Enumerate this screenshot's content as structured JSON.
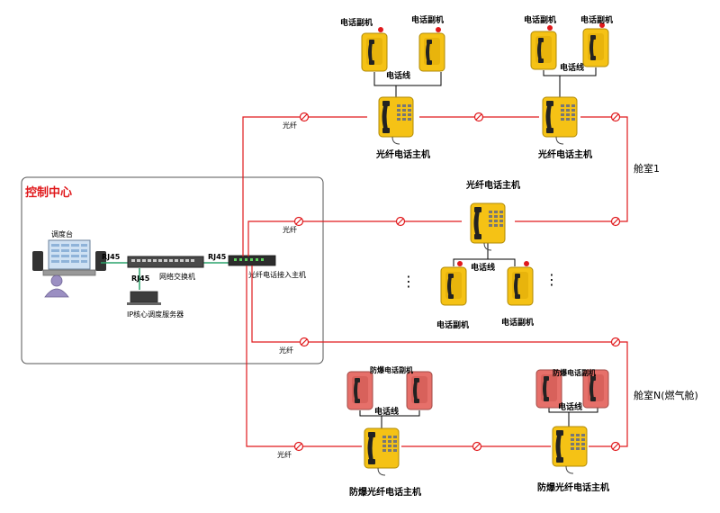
{
  "control_center": {
    "title": "控制中心",
    "console_label": "调度台",
    "server_label": "IP核心调度服务器",
    "switch_label": "网络交换机",
    "access_host_label": "光纤电话接入主机",
    "rj45_left": "RJ45",
    "rj45_mid": "RJ45",
    "rj45_down": "RJ45"
  },
  "fiber_labels": {
    "top": "光纤",
    "mid": "光纤",
    "lower": "光纤",
    "bottom": "光纤"
  },
  "cabin1_label": "舱室1",
  "cabinN_label": "舱室N(燃气舱)",
  "nodes": {
    "top_left": {
      "host_label": "光纤电话主机",
      "ext1_label": "电话副机",
      "ext2_label": "电话副机",
      "wire_label": "电话线"
    },
    "top_right": {
      "host_label": "光纤电话主机",
      "ext1_label": "电话副机",
      "ext2_label": "电话副机",
      "wire_label": "电话线"
    },
    "middle": {
      "host_label": "光纤电话主机",
      "ext1_label": "电话副机",
      "ext2_label": "电话副机",
      "wire_label": "电话线",
      "ellipsis_left": "⋮",
      "ellipsis_right": "⋮"
    },
    "bottom_left": {
      "host_label": "防爆光纤电话主机",
      "ext_label": "防爆电话副机",
      "wire_label": "电话线"
    },
    "bottom_right": {
      "host_label": "防爆光纤电话主机",
      "ext_label": "防爆电话副机",
      "wire_label": "电话线"
    }
  },
  "colors": {
    "fiber": "#e0191c",
    "phone_yellow": "#f5c215",
    "phone_red": "#e6706a",
    "title_red": "#e0191c",
    "box_border": "#555555"
  }
}
